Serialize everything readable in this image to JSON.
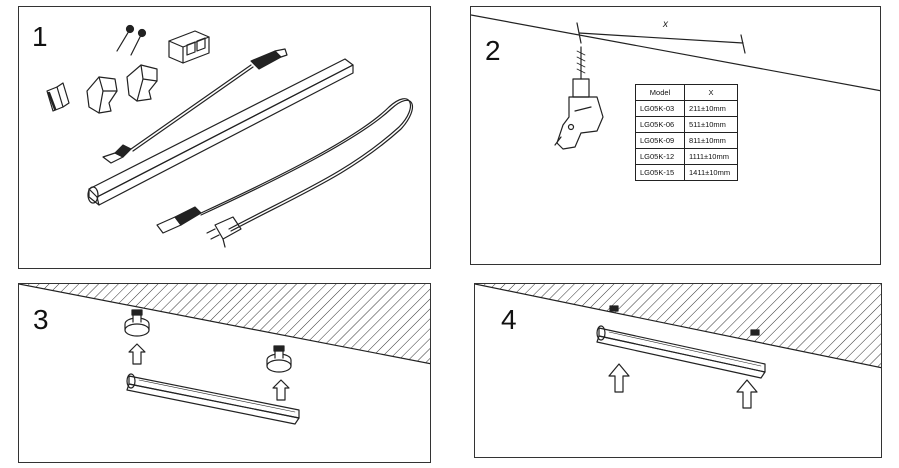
{
  "steps": [
    {
      "number": "1"
    },
    {
      "number": "2"
    },
    {
      "number": "3"
    },
    {
      "number": "4"
    }
  ],
  "dimension": {
    "label": "x"
  },
  "spec_table": {
    "headers": [
      "Model",
      "X"
    ],
    "rows": [
      [
        "LG05K-03",
        "211±10mm"
      ],
      [
        "LG05K-06",
        "511±10mm"
      ],
      [
        "LG05K-09",
        "811±10mm"
      ],
      [
        "LG05K-12",
        "1111±10mm"
      ],
      [
        "LG05K-15",
        "1411±10mm"
      ]
    ]
  },
  "colors": {
    "line": "#222222",
    "hatch": "#333333",
    "background": "#ffffff"
  }
}
